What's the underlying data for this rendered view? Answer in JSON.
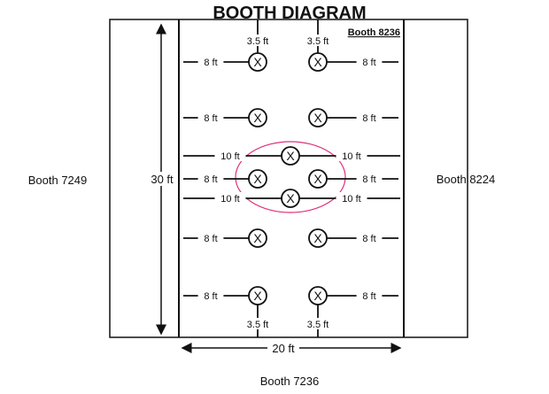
{
  "title": "BOOTH DIAGRAM",
  "booth_label": "Booth 8236",
  "neighbors": {
    "left": "Booth 7249",
    "right": "Booth 8224",
    "bottom": "Booth 7236"
  },
  "dimensions": {
    "depth": "30 ft",
    "width": "20 ft"
  },
  "marker_symbol": "X",
  "highlight_color": "#e0307a",
  "top_gaps": [
    "3.5 ft",
    "3.5 ft"
  ],
  "bottom_gaps": [
    "3.5 ft",
    "3.5 ft"
  ],
  "row_labels": [
    {
      "left": "8 ft",
      "right": "8 ft"
    },
    {
      "left": "8 ft",
      "right": "8 ft"
    },
    {
      "left": "10 ft",
      "right": "10 ft"
    },
    {
      "left": "8 ft",
      "right": "8 ft"
    },
    {
      "left": "10 ft",
      "right": "10 ft"
    },
    {
      "left": "8 ft",
      "right": "8 ft"
    },
    {
      "left": "8 ft",
      "right": "8 ft"
    }
  ]
}
